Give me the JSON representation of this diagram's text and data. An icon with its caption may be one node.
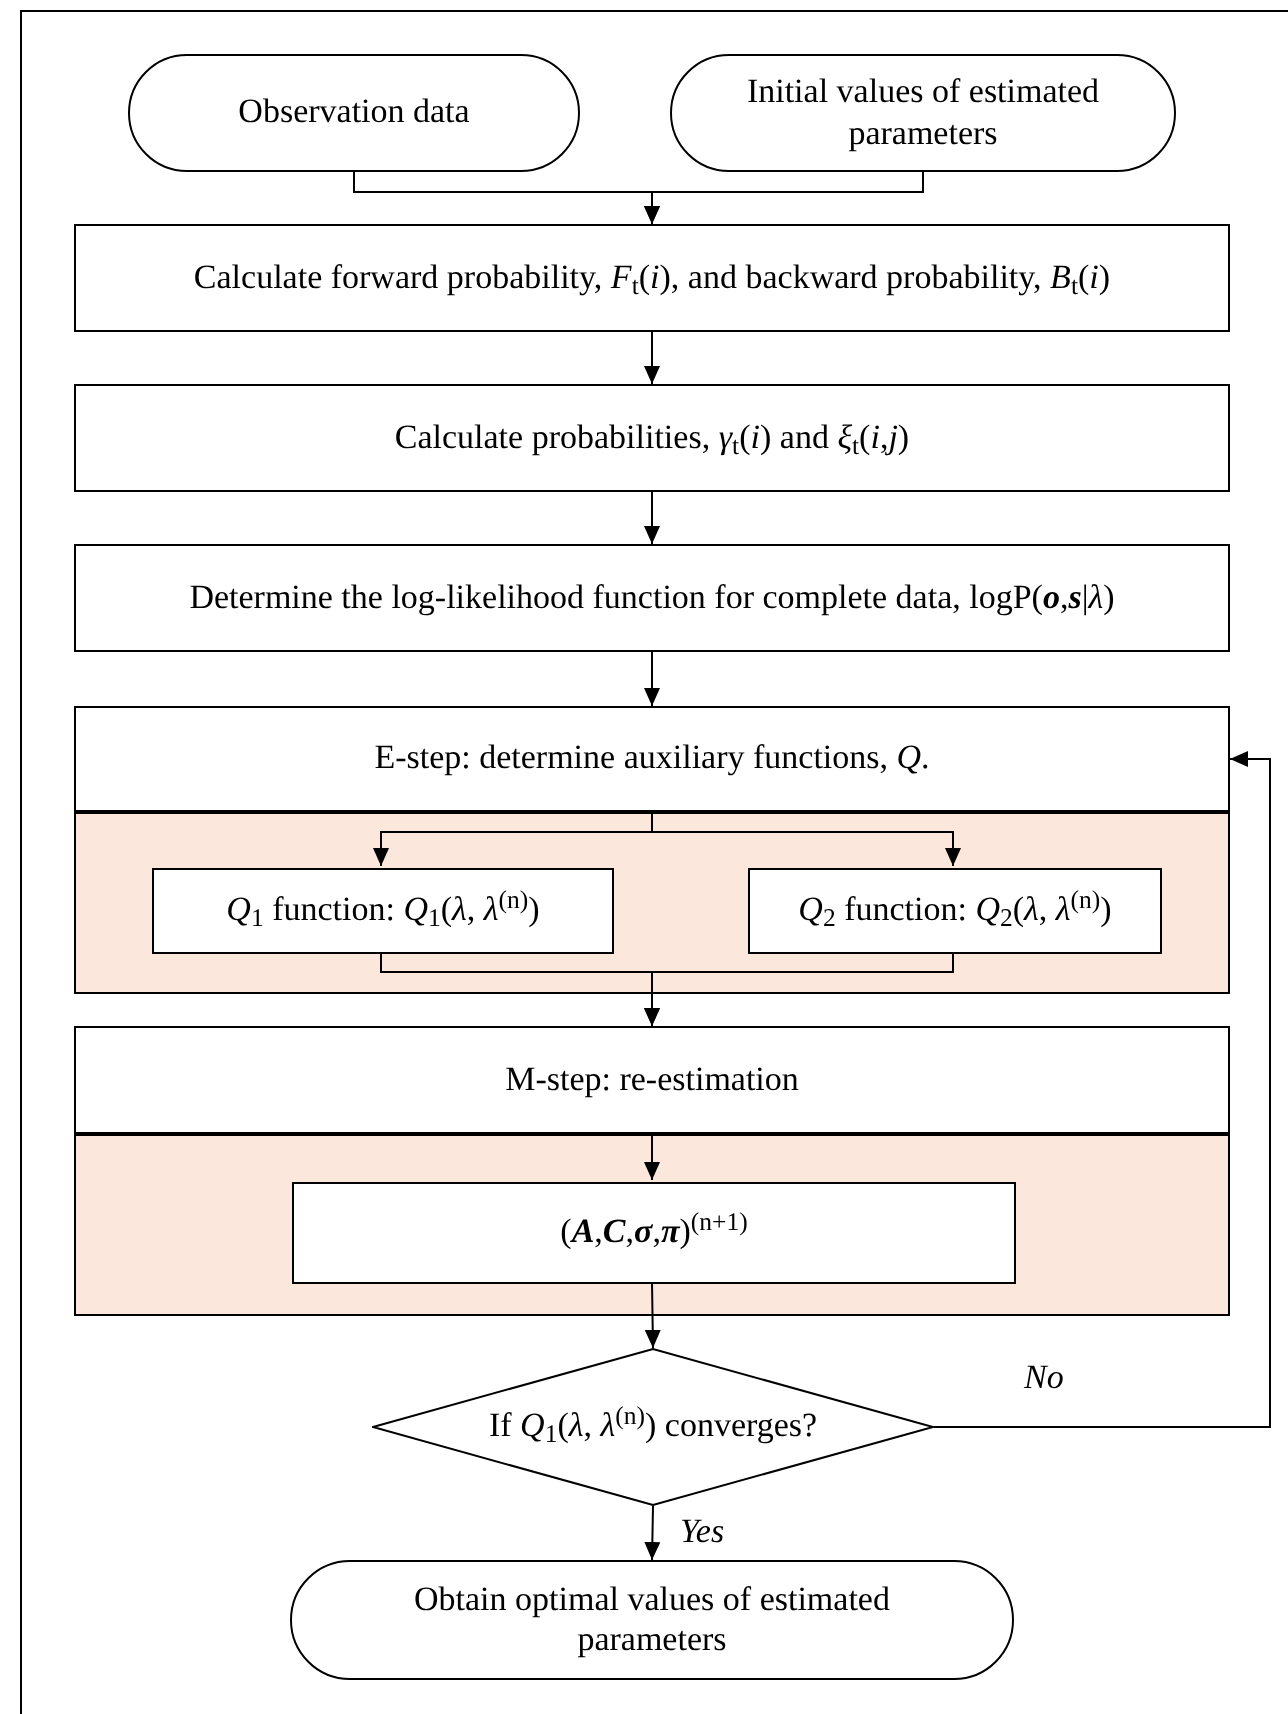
{
  "diagram": {
    "nodes": [
      {
        "text": [
          "Observation data"
        ]
      },
      {
        "text": [
          "Initial values of estimated parameters"
        ]
      },
      {
        "text": [
          "Calculate forward probability, *F*$_{t}$(*i*), and backward probability, *B*$_{t}$(*i*)"
        ]
      },
      {
        "text": [
          "Calculate probabilities, *γ*$_{t}$(*i*) and *ξ*$_{t}$(*i*,*j*)"
        ]
      },
      {
        "text": [
          "Determine the log-likelihood function for complete data, logP(**o**,**s**|*λ*)"
        ]
      },
      {
        "text": [
          "E-step: determine auxiliary functions, *Q*."
        ]
      },
      {
        "text": [],
        "shape": "box"
      },
      {
        "text": [
          "*Q*$_{1}$ function: *Q*$_{1}$(*λ*, *λ*$^{(n)}$)"
        ],
        "in": 6
      },
      {
        "text": [
          "*Q*$_{2}$ function: *Q*$_{2}$(*λ*, *λ*$^{(n)}$)"
        ],
        "in": 6
      },
      {
        "text": [
          "M-step: re-estimation"
        ]
      },
      {
        "text": [],
        "shape": "box"
      },
      {
        "text": [
          "(**A**,**C**,**σ**,**π**)$^{(n+1)}$"
        ],
        "in": 10
      },
      {
        "text": [
          "If *Q*$_{1}$(*λ*, *λ*$^{(n)}$) converges?"
        ]
      },
      {
        "text": [
          "Obtain optimal values of estimated parameters"
        ]
      }
    ],
    "edges": [
      {
        "from": 0,
        "to": 2,
        "arrow": "to"
      },
      {
        "from": 1,
        "to": 2,
        "arrow": "to"
      },
      {
        "from": 2,
        "to": 3,
        "arrow": "to"
      },
      {
        "from": 3,
        "to": 4,
        "arrow": "to"
      },
      {
        "from": 4,
        "to": 5,
        "arrow": "to"
      },
      {
        "from": 5,
        "to": 7,
        "arrow": "to"
      },
      {
        "from": 5,
        "to": 8,
        "arrow": "to"
      },
      {
        "from": 7,
        "to": 9,
        "arrow": "to"
      },
      {
        "from": 8,
        "to": 9,
        "arrow": "to"
      },
      {
        "from": 9,
        "to": 11,
        "arrow": "to"
      },
      {
        "from": 11,
        "to": 12,
        "arrow": "to"
      },
      {
        "from": 12,
        "to": 13,
        "label": "Yes",
        "arrow": "to"
      },
      {
        "from": 12,
        "to": 5,
        "label": "No",
        "arrow": "to"
      }
    ]
  }
}
